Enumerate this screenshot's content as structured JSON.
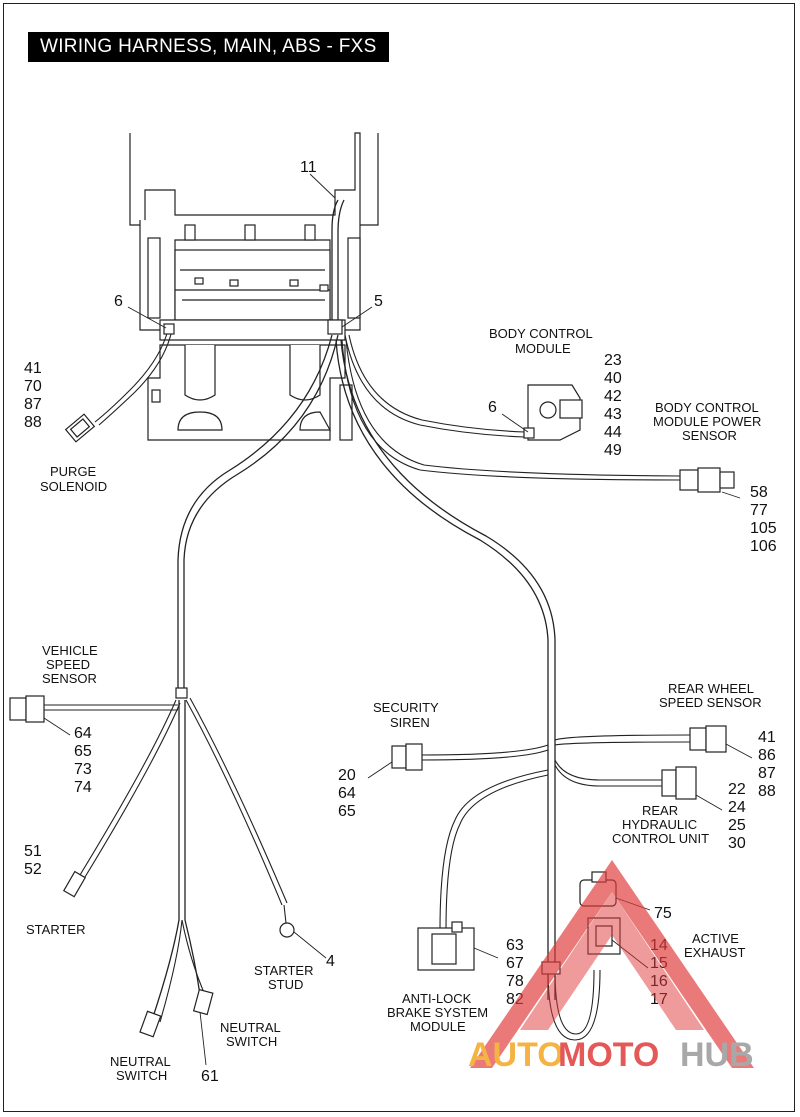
{
  "title": "WIRING HARNESS, MAIN, ABS - FXS",
  "labels": {
    "purge_solenoid": [
      "PURGE",
      "SOLENOID"
    ],
    "body_control_module": [
      "BODY CONTROL",
      "MODULE"
    ],
    "bcm_power_sensor": [
      "BODY CONTROL",
      "MODULE POWER",
      "SENSOR"
    ],
    "vehicle_speed_sensor": [
      "VEHICLE",
      "SPEED",
      "SENSOR"
    ],
    "security_siren": [
      "SECURITY",
      "SIREN"
    ],
    "rear_wheel_speed_sensor": [
      "REAR WHEEL",
      "SPEED SENSOR"
    ],
    "rear_hydraulic_control_unit": [
      "REAR",
      "HYDRAULIC",
      "CONTROL UNIT"
    ],
    "starter": [
      "STARTER"
    ],
    "starter_stud": [
      "STARTER",
      "STUD"
    ],
    "neutral_switch_right": [
      "NEUTRAL",
      "SWITCH"
    ],
    "neutral_switch_left": [
      "NEUTRAL",
      "SWITCH"
    ],
    "abs_module": [
      "ANTI-LOCK",
      "BRAKE SYSTEM",
      "MODULE"
    ],
    "active_exhaust": [
      "ACTIVE",
      "EXHAUST"
    ]
  },
  "callouts": {
    "harness": "11",
    "clip_left": "6",
    "clip_right": "5",
    "clip_bcm": "6",
    "purge": [
      "41",
      "70",
      "87",
      "88"
    ],
    "bcm": [
      "23",
      "40",
      "42",
      "43",
      "44",
      "49"
    ],
    "bcm_power": [
      "58",
      "77",
      "105",
      "106"
    ],
    "vss": [
      "64",
      "65",
      "73",
      "74"
    ],
    "siren": [
      "20",
      "64",
      "65"
    ],
    "rear_wheel": [
      "41",
      "86",
      "87",
      "88"
    ],
    "rear_hcu": [
      "22",
      "24",
      "25",
      "30"
    ],
    "starter": [
      "51",
      "52"
    ],
    "starter_stud": "4",
    "neutral_switch": "61",
    "abs": [
      "63",
      "67",
      "78",
      "82"
    ],
    "exhaust_top": "75",
    "exhaust": [
      "14",
      "15",
      "16",
      "17"
    ]
  },
  "watermark": {
    "part1": "AUTO",
    "part2": "MOTO",
    "part3": "HUB",
    "colors": {
      "red": "#e03b3b",
      "orange": "#f3a623",
      "gray": "#9a9a9a"
    }
  }
}
